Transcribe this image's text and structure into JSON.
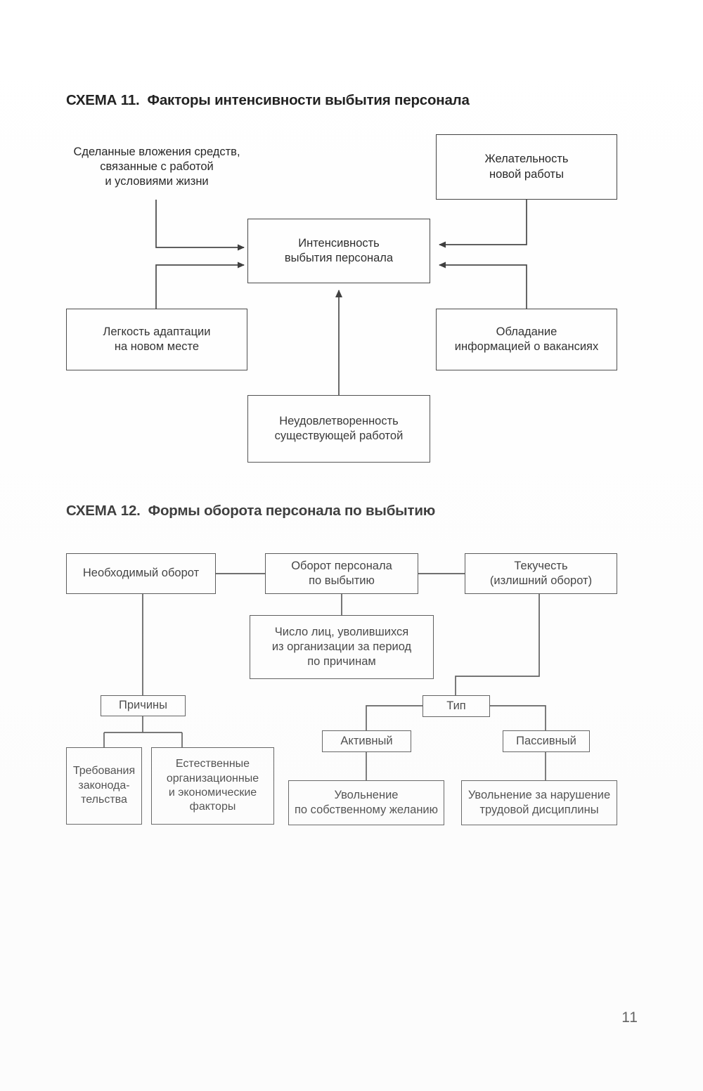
{
  "page": {
    "number": "11"
  },
  "scheme11": {
    "label": "СХЕМА 11.",
    "title": "Факторы интенсивности выбытия персонала",
    "nodes": {
      "investments": "Сделанные вложения средств,\nсвязанные с работой\nи условиями жизни",
      "desirability": "Желательность\nновой работы",
      "center": "Интенсивность\nвыбытия персонала",
      "adaptation": "Легкость адаптации\nна новом месте",
      "vacancy_info": "Обладание\nинформацией о вакансиях",
      "dissatisfaction": "Неудовлетворенность\nсуществующей работой"
    },
    "node_lines": {
      "investments": [
        "Сделанные вложения средств,",
        "связанные с работой",
        "и условиями жизни"
      ],
      "desirability": [
        "Желательность",
        "новой работы"
      ],
      "center": [
        "Интенсивность",
        "выбытия персонала"
      ],
      "adaptation": [
        "Легкость адаптации",
        "на новом месте"
      ],
      "vacancy_info": [
        "Обладание",
        "информацией о вакансиях"
      ],
      "dissatisfaction": [
        "Неудовлетворенность",
        "существующей работой"
      ]
    }
  },
  "scheme12": {
    "label": "СХЕМА 12.",
    "title": "Формы оборота персонала по выбытию",
    "node_lines": {
      "required_turnover": [
        "Необходимый оборот"
      ],
      "staff_turnover": [
        "Оборот персонала",
        "по выбытию"
      ],
      "fluidity": [
        "Текучесть",
        "(излишний оборот)"
      ],
      "number_of_persons": [
        "Число лиц, уволившихся",
        "из организации за период",
        "по причинам"
      ],
      "reasons": [
        "Причины"
      ],
      "legal_requirements": [
        "Требования",
        "законода-",
        "тельства"
      ],
      "natural_factors": [
        "Естественные",
        "организационные",
        "и экономические",
        "факторы"
      ],
      "type": [
        "Тип"
      ],
      "active": [
        "Активный"
      ],
      "passive": [
        "Пассивный"
      ],
      "voluntary_dismissal": [
        "Увольнение",
        "по собственному желанию"
      ],
      "discipline_dismissal": [
        "Увольнение за нарушение",
        "трудовой дисциплины"
      ]
    }
  },
  "style": {
    "line_color": "#3a3a3a",
    "text_color": "#1b1b1b",
    "background": "#ffffff"
  }
}
